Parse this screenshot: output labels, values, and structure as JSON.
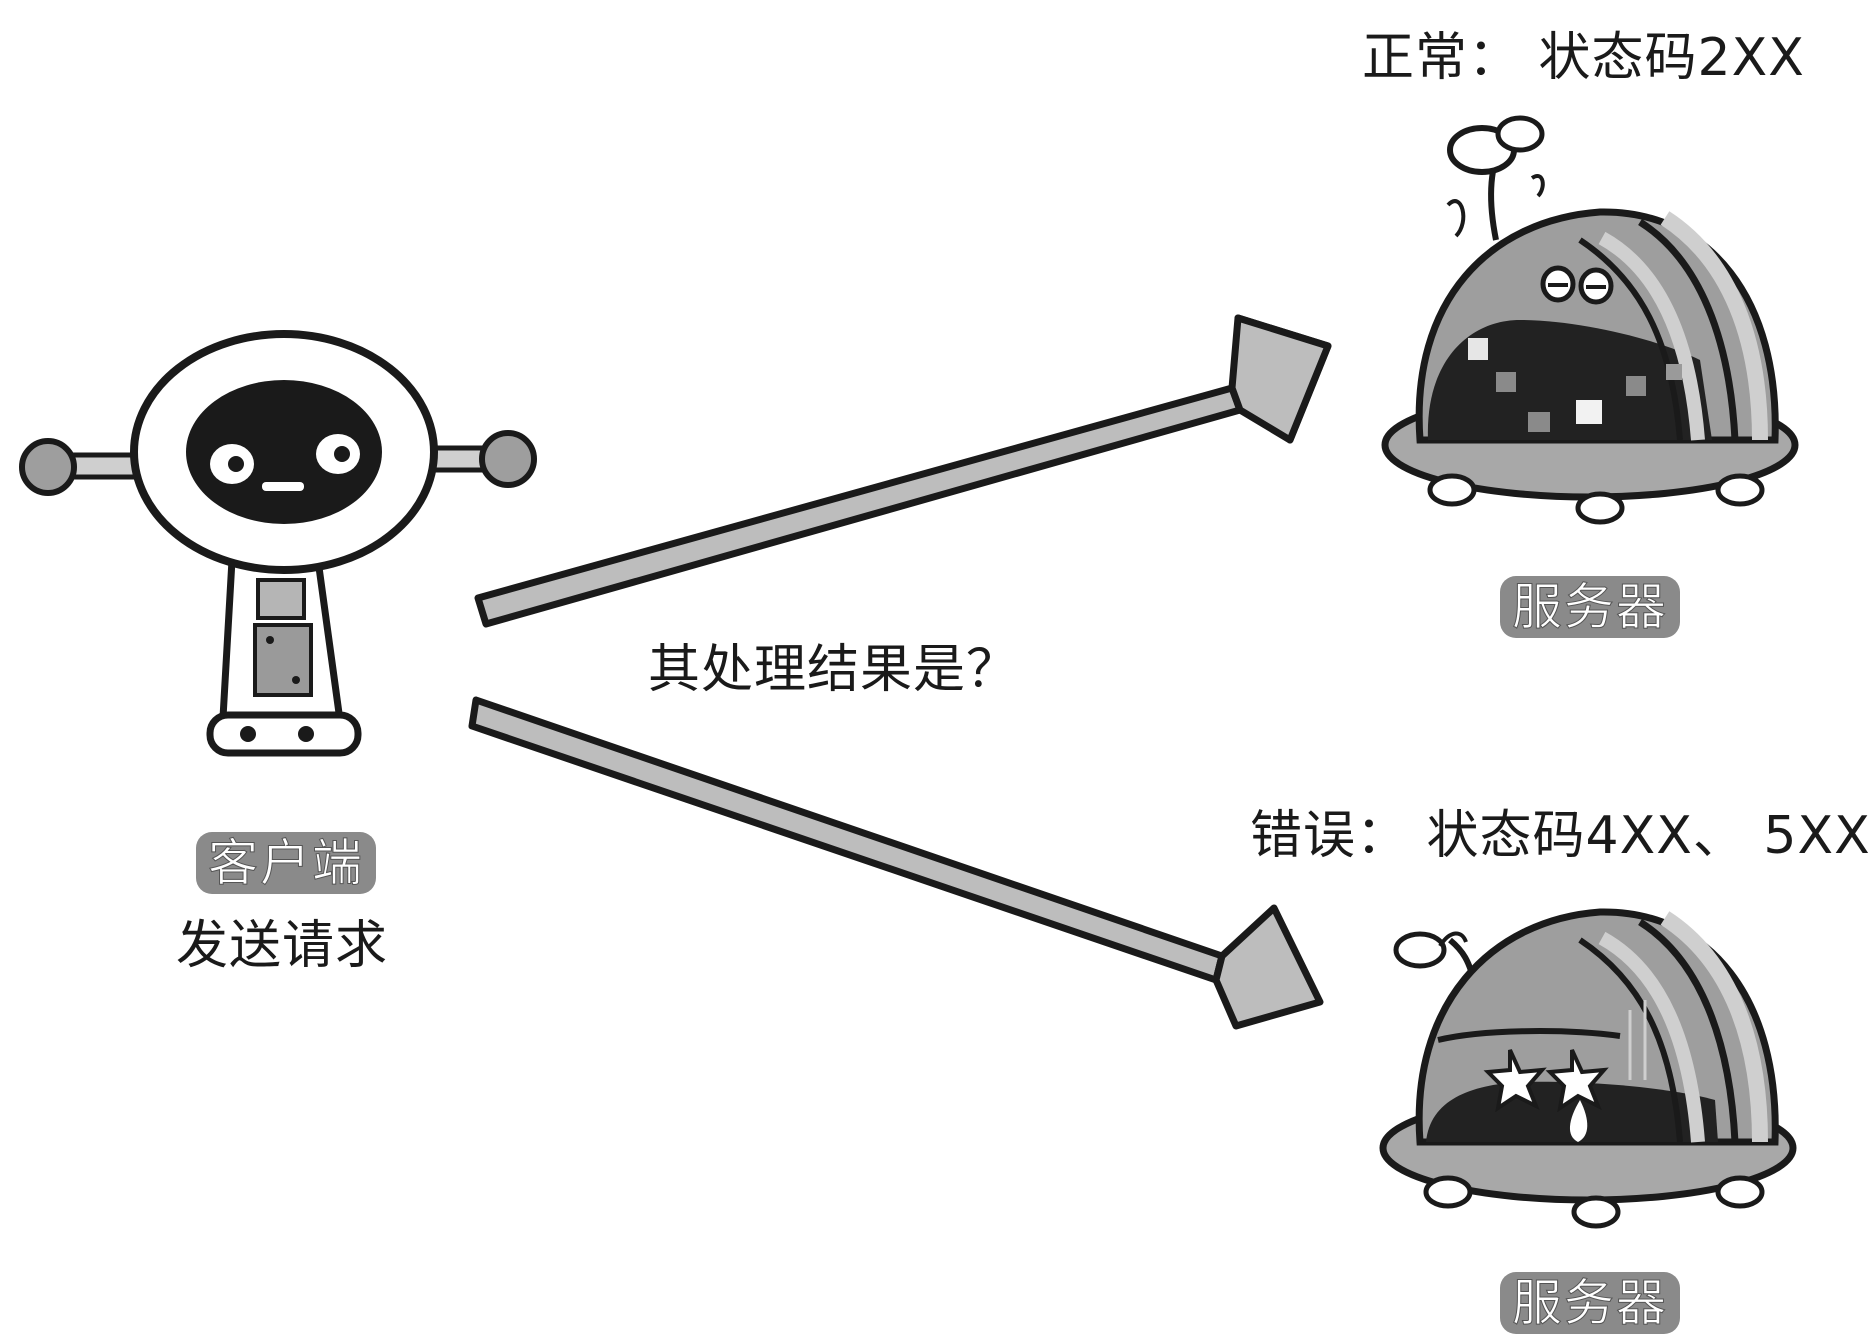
{
  "client": {
    "badge": "客户端",
    "caption": "发送请求"
  },
  "question": "其处理结果是？",
  "normal": {
    "status": "正常：  状态码2XX",
    "badge": "服务器"
  },
  "error": {
    "status": "错误：  状态码4XX、 5XX",
    "badge": "服务器"
  },
  "icons": {
    "client": "robot-client-icon",
    "server_ok": "happy-server-robot-icon",
    "server_error": "broken-server-robot-icon"
  },
  "colors": {
    "ink": "#1a1a1a",
    "arrow_fill": "#bdbdbd",
    "badge": "#8a8a8a",
    "dome": "#9e9e9e",
    "dome_light": "#cfcfcf",
    "screen": "#222222"
  }
}
